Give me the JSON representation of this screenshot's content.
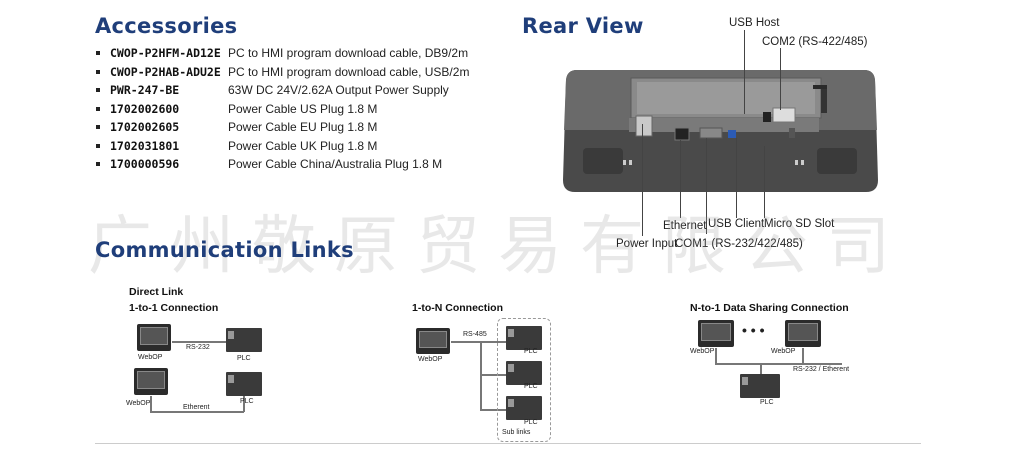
{
  "accessories": {
    "heading": "Accessories",
    "items": [
      {
        "code": "CWOP-P2HFM-AD12E",
        "desc": "PC to HMI program download cable, DB9/2m"
      },
      {
        "code": "CWOP-P2HAB-ADU2E",
        "desc": "PC to HMI program download cable, USB/2m"
      },
      {
        "code": "PWR-247-BE",
        "desc": "63W DC 24V/2.62A Output Power Supply"
      },
      {
        "code": "1702002600",
        "desc": "Power Cable US Plug 1.8 M"
      },
      {
        "code": "1702002605",
        "desc": "Power Cable EU Plug 1.8 M"
      },
      {
        "code": "1702031801",
        "desc": "Power Cable UK Plug 1.8 M"
      },
      {
        "code": "1700000596",
        "desc": "Power Cable China/Australia Plug 1.8 M"
      }
    ]
  },
  "rear_view": {
    "heading": "Rear View",
    "labels": {
      "usb_host": "USB Host",
      "com2": "COM2 (RS-422/485)",
      "ethernet": "Ethernet",
      "usb_client": "USB Client",
      "micro_sd": "Micro SD Slot",
      "power_input": "Power Input",
      "com1": "COM1 (RS-232/422/485)"
    }
  },
  "watermark": "广州敬原贸易有限公司",
  "communication": {
    "heading": "Communication Links",
    "direct": {
      "title": "Direct Link",
      "subtitle": "1-to-1 Connection",
      "webop1": "WebOP",
      "rs232": "RS-232",
      "plc1": "PLC",
      "webop2": "WebOP",
      "etherent": "Etherent",
      "plc2": "PLC"
    },
    "one_to_n": {
      "title": "1-to-N Connection",
      "webop": "WebOP",
      "rs485": "RS-485",
      "plc_a": "PLC",
      "plc_b": "PLC",
      "plc_c": "PLC",
      "sub_links": "Sub links"
    },
    "n_to_one": {
      "title": "N-to-1 Data Sharing Connection",
      "webop1": "WebOP",
      "dots": "• • •",
      "webop2": "WebOP",
      "bus": "RS-232 / Etherent",
      "plc": "PLC"
    }
  }
}
